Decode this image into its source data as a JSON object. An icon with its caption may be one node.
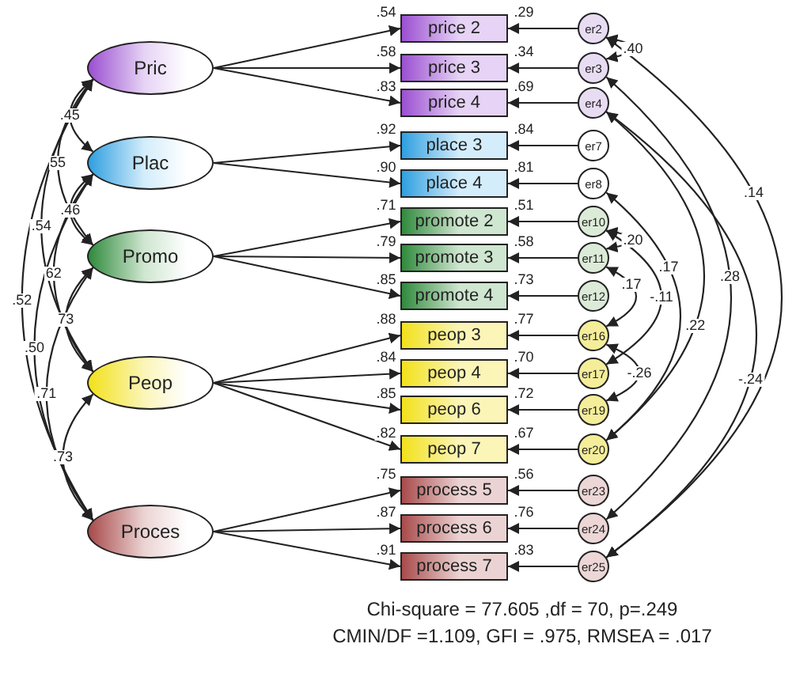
{
  "diagram": {
    "nodes": [
      {
        "text": [
          "Pric"
        ]
      },
      {
        "text": [
          "Plac"
        ]
      },
      {
        "text": [
          "Promo"
        ]
      },
      {
        "text": [
          "Peop"
        ]
      },
      {
        "text": [
          "Proces"
        ]
      },
      {
        "text": [
          "price 2"
        ]
      },
      {
        "text": [
          "price 3"
        ]
      },
      {
        "text": [
          "price 4"
        ]
      },
      {
        "text": [
          "place 3"
        ]
      },
      {
        "text": [
          "place 4"
        ]
      },
      {
        "text": [
          "promote 2"
        ]
      },
      {
        "text": [
          "promote 3"
        ]
      },
      {
        "text": [
          "promote 4"
        ]
      },
      {
        "text": [
          "peop 3"
        ]
      },
      {
        "text": [
          "peop 4"
        ]
      },
      {
        "text": [
          "peop 6"
        ]
      },
      {
        "text": [
          "peop 7"
        ]
      },
      {
        "text": [
          "process 5"
        ]
      },
      {
        "text": [
          "process 6"
        ]
      },
      {
        "text": [
          "process 7"
        ]
      },
      {
        "text": [
          "er2"
        ]
      },
      {
        "text": [
          "er3"
        ]
      },
      {
        "text": [
          "er4"
        ]
      },
      {
        "text": [
          "er7"
        ]
      },
      {
        "text": [
          "er8"
        ]
      },
      {
        "text": [
          "er10"
        ]
      },
      {
        "text": [
          "er11"
        ]
      },
      {
        "text": [
          "er12"
        ]
      },
      {
        "text": [
          "er16"
        ]
      },
      {
        "text": [
          "er17"
        ]
      },
      {
        "text": [
          "er19"
        ]
      },
      {
        "text": [
          "er20"
        ]
      },
      {
        "text": [
          "er23"
        ]
      },
      {
        "text": [
          "er24"
        ]
      },
      {
        "text": [
          "er25"
        ]
      }
    ],
    "edges": [
      {
        "from": 0,
        "to": 5,
        "arrow": "to",
        "label": ".54"
      },
      {
        "from": 0,
        "to": 6,
        "arrow": "to",
        "label": ".58"
      },
      {
        "from": 0,
        "to": 7,
        "arrow": "to",
        "label": ".83"
      },
      {
        "from": 1,
        "to": 8,
        "arrow": "to",
        "label": ".92"
      },
      {
        "from": 1,
        "to": 9,
        "arrow": "to",
        "label": ".90"
      },
      {
        "from": 2,
        "to": 10,
        "arrow": "to",
        "label": ".71"
      },
      {
        "from": 2,
        "to": 11,
        "arrow": "to",
        "label": ".79"
      },
      {
        "from": 2,
        "to": 12,
        "arrow": "to",
        "label": ".85"
      },
      {
        "from": 3,
        "to": 13,
        "arrow": "to",
        "label": ".88"
      },
      {
        "from": 3,
        "to": 14,
        "arrow": "to",
        "label": ".84"
      },
      {
        "from": 3,
        "to": 15,
        "arrow": "to",
        "label": ".85"
      },
      {
        "from": 3,
        "to": 16,
        "arrow": "to",
        "label": ".82"
      },
      {
        "from": 4,
        "to": 17,
        "arrow": "to",
        "label": ".75"
      },
      {
        "from": 4,
        "to": 18,
        "arrow": "to",
        "label": ".87"
      },
      {
        "from": 4,
        "to": 19,
        "arrow": "to",
        "label": ".91"
      },
      {
        "from": 20,
        "to": 5,
        "arrow": "to",
        "label": ".29"
      },
      {
        "from": 21,
        "to": 6,
        "arrow": "to",
        "label": ".34"
      },
      {
        "from": 22,
        "to": 7,
        "arrow": "to",
        "label": ".69"
      },
      {
        "from": 23,
        "to": 8,
        "arrow": "to",
        "label": ".84"
      },
      {
        "from": 24,
        "to": 9,
        "arrow": "to",
        "label": ".81"
      },
      {
        "from": 25,
        "to": 10,
        "arrow": "to",
        "label": ".51"
      },
      {
        "from": 26,
        "to": 11,
        "arrow": "to",
        "label": ".58"
      },
      {
        "from": 27,
        "to": 12,
        "arrow": "to",
        "label": ".73"
      },
      {
        "from": 28,
        "to": 13,
        "arrow": "to",
        "label": ".77"
      },
      {
        "from": 29,
        "to": 14,
        "arrow": "to",
        "label": ".70"
      },
      {
        "from": 30,
        "to": 15,
        "arrow": "to",
        "label": ".72"
      },
      {
        "from": 31,
        "to": 16,
        "arrow": "to",
        "label": ".67"
      },
      {
        "from": 32,
        "to": 17,
        "arrow": "to",
        "label": ".56"
      },
      {
        "from": 33,
        "to": 18,
        "arrow": "to",
        "label": ".76"
      },
      {
        "from": 34,
        "to": 19,
        "arrow": "to",
        "label": ".83"
      },
      {
        "from": 0,
        "to": 1,
        "arrow": "both",
        "label": ".45"
      },
      {
        "from": 0,
        "to": 2,
        "arrow": "both",
        "label": "55"
      },
      {
        "from": 0,
        "to": 3,
        "arrow": "both",
        "label": ".54"
      },
      {
        "from": 0,
        "to": 4,
        "arrow": "both",
        "label": ".52"
      },
      {
        "from": 1,
        "to": 2,
        "arrow": "both",
        "label": ".46"
      },
      {
        "from": 1,
        "to": 3,
        "arrow": "both",
        "label": "62"
      },
      {
        "from": 1,
        "to": 4,
        "arrow": "both",
        "label": ".50"
      },
      {
        "from": 2,
        "to": 3,
        "arrow": "both",
        "label": "73"
      },
      {
        "from": 2,
        "to": 4,
        "arrow": "both",
        "label": ".71"
      },
      {
        "from": 3,
        "to": 4,
        "arrow": "both",
        "label": ".73"
      },
      {
        "from": 20,
        "to": 21,
        "arrow": "both",
        "label": ".40"
      },
      {
        "from": 25,
        "to": 26,
        "arrow": "both",
        "label": ".20"
      },
      {
        "from": 24,
        "to": 31,
        "arrow": "both",
        "label": ".17"
      },
      {
        "from": 26,
        "to": 28,
        "arrow": "both",
        "label": ".17"
      },
      {
        "from": 25,
        "to": 29,
        "arrow": "both",
        "label": "-.11"
      },
      {
        "from": 28,
        "to": 30,
        "arrow": "both",
        "label": "-.26"
      },
      {
        "from": 22,
        "to": 31,
        "arrow": "both",
        "label": ".22"
      },
      {
        "from": 21,
        "to": 33,
        "arrow": "both",
        "label": ".28"
      },
      {
        "from": 20,
        "to": 34,
        "arrow": "both",
        "label": ".14"
      },
      {
        "from": 22,
        "to": 34,
        "arrow": "both",
        "label": "-.24"
      }
    ],
    "labels": [
      "Chi-square = 77.605 ,df = 70, p=.249",
      "CMIN/DF =1.109, GFI = .975, RMSEA = .017"
    ]
  }
}
